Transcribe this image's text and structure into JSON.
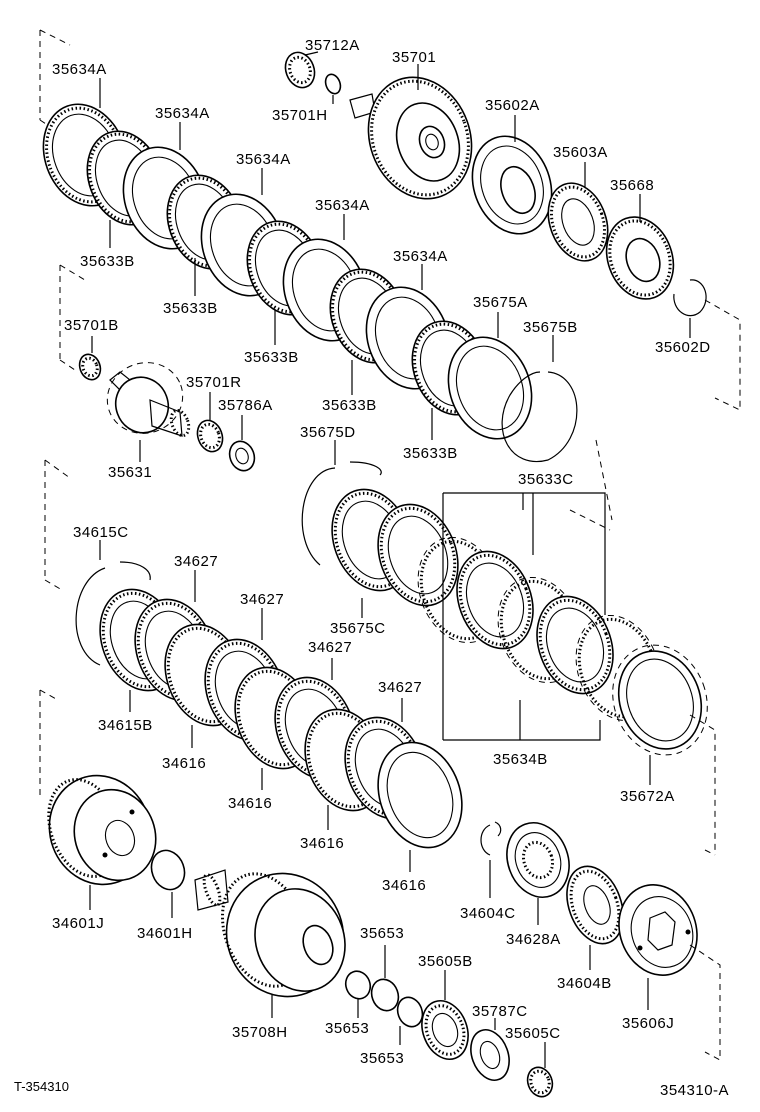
{
  "diagram": {
    "labels": [
      {
        "id": "35712A",
        "text": "35712A"
      },
      {
        "id": "35701",
        "text": "35701"
      },
      {
        "id": "35634A-1",
        "text": "35634A"
      },
      {
        "id": "35701H",
        "text": "35701H"
      },
      {
        "id": "35634A-2",
        "text": "35634A"
      },
      {
        "id": "35602A",
        "text": "35602A"
      },
      {
        "id": "35634A-3",
        "text": "35634A"
      },
      {
        "id": "35603A",
        "text": "35603A"
      },
      {
        "id": "35668",
        "text": "35668"
      },
      {
        "id": "35634A-4",
        "text": "35634A"
      },
      {
        "id": "35633B-1",
        "text": "35633B"
      },
      {
        "id": "35634A-5",
        "text": "35634A"
      },
      {
        "id": "35633B-2",
        "text": "35633B"
      },
      {
        "id": "35675A",
        "text": "35675A"
      },
      {
        "id": "35701B",
        "text": "35701B"
      },
      {
        "id": "35675B",
        "text": "35675B"
      },
      {
        "id": "35602D",
        "text": "35602D"
      },
      {
        "id": "35633B-3",
        "text": "35633B"
      },
      {
        "id": "35701R",
        "text": "35701R"
      },
      {
        "id": "35786A",
        "text": "35786A"
      },
      {
        "id": "35633B-4",
        "text": "35633B"
      },
      {
        "id": "35675D",
        "text": "35675D"
      },
      {
        "id": "35633B-5",
        "text": "35633B"
      },
      {
        "id": "35631",
        "text": "35631"
      },
      {
        "id": "35633C",
        "text": "35633C"
      },
      {
        "id": "34615C",
        "text": "34615C"
      },
      {
        "id": "34627-1",
        "text": "34627"
      },
      {
        "id": "34627-2",
        "text": "34627"
      },
      {
        "id": "35675C",
        "text": "35675C"
      },
      {
        "id": "34627-3",
        "text": "34627"
      },
      {
        "id": "34627-4",
        "text": "34627"
      },
      {
        "id": "34615B",
        "text": "34615B"
      },
      {
        "id": "34616-1",
        "text": "34616"
      },
      {
        "id": "35634B",
        "text": "35634B"
      },
      {
        "id": "34616-2",
        "text": "34616"
      },
      {
        "id": "35672A",
        "text": "35672A"
      },
      {
        "id": "34616-3",
        "text": "34616"
      },
      {
        "id": "34616-4",
        "text": "34616"
      },
      {
        "id": "34601J",
        "text": "34601J"
      },
      {
        "id": "34601H",
        "text": "34601H"
      },
      {
        "id": "34604C",
        "text": "34604C"
      },
      {
        "id": "34628A",
        "text": "34628A"
      },
      {
        "id": "35653-1",
        "text": "35653"
      },
      {
        "id": "35605B",
        "text": "35605B"
      },
      {
        "id": "34604B",
        "text": "34604B"
      },
      {
        "id": "35708H",
        "text": "35708H"
      },
      {
        "id": "35653-2",
        "text": "35653"
      },
      {
        "id": "35787C",
        "text": "35787C"
      },
      {
        "id": "35606J",
        "text": "35606J"
      },
      {
        "id": "35653-3",
        "text": "35653"
      },
      {
        "id": "35605C",
        "text": "35605C"
      }
    ]
  },
  "footer": {
    "left_code": "T-354310",
    "right_code": "354310-A"
  }
}
